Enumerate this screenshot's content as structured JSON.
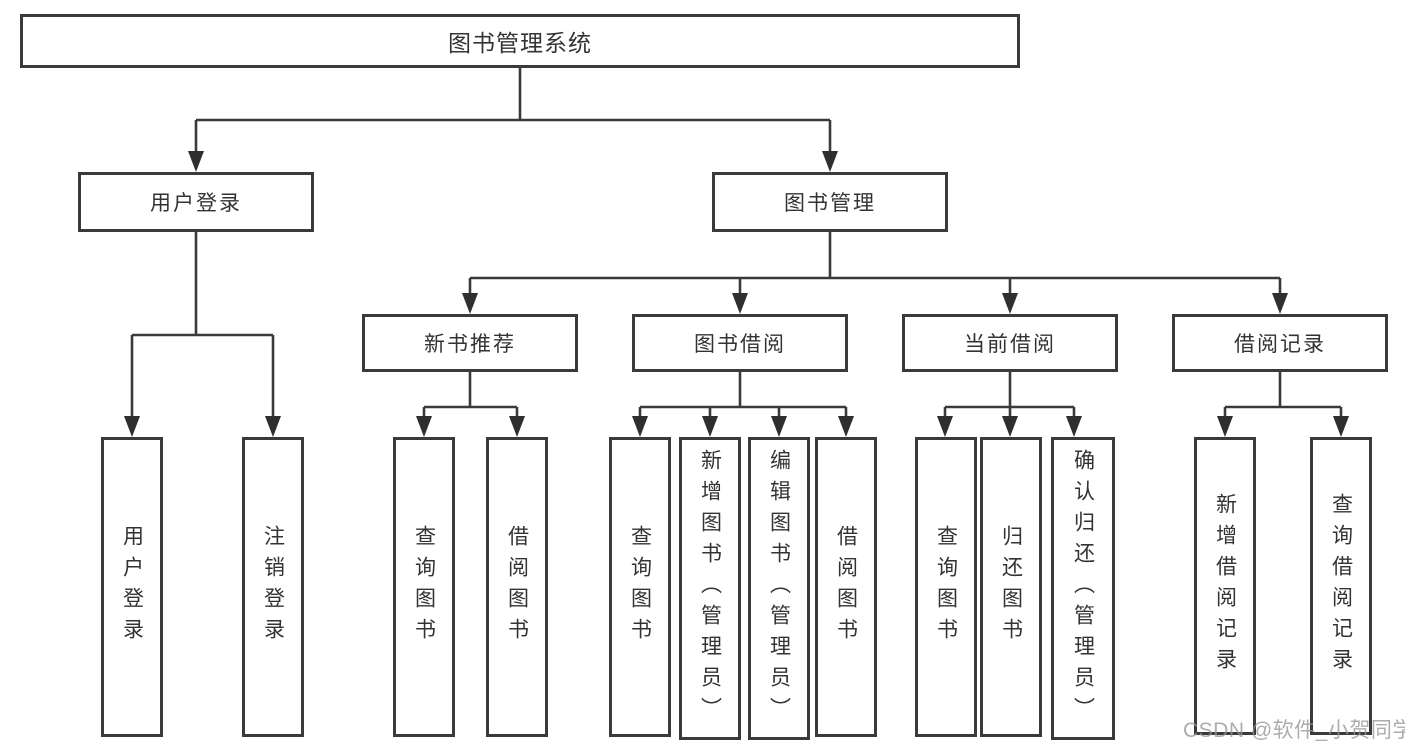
{
  "tree": {
    "root": {
      "label": "图书管理系统",
      "children": [
        {
          "label": "用户登录",
          "children": [
            {
              "label": "用户登录"
            },
            {
              "label": "注销登录"
            }
          ]
        },
        {
          "label": "图书管理",
          "children": [
            {
              "label": "新书推荐",
              "children": [
                {
                  "label": "查询图书"
                },
                {
                  "label": "借阅图书"
                }
              ]
            },
            {
              "label": "图书借阅",
              "children": [
                {
                  "label": "查询图书"
                },
                {
                  "label": "新增图书（管理员）"
                },
                {
                  "label": "编辑图书（管理员）"
                },
                {
                  "label": "借阅图书"
                }
              ]
            },
            {
              "label": "当前借阅",
              "children": [
                {
                  "label": "查询图书"
                },
                {
                  "label": "归还图书"
                },
                {
                  "label": "确认归还（管理员）"
                }
              ]
            },
            {
              "label": "借阅记录",
              "children": [
                {
                  "label": "新增借阅记录"
                },
                {
                  "label": "查询借阅记录"
                }
              ]
            }
          ]
        }
      ]
    }
  },
  "watermark": "CSDN @软件_小贺同学",
  "colors": {
    "line": "#3a3a3a",
    "arrow": "#2f2f2f",
    "text": "#333333",
    "background": "#ffffff",
    "watermark": "#969696"
  }
}
